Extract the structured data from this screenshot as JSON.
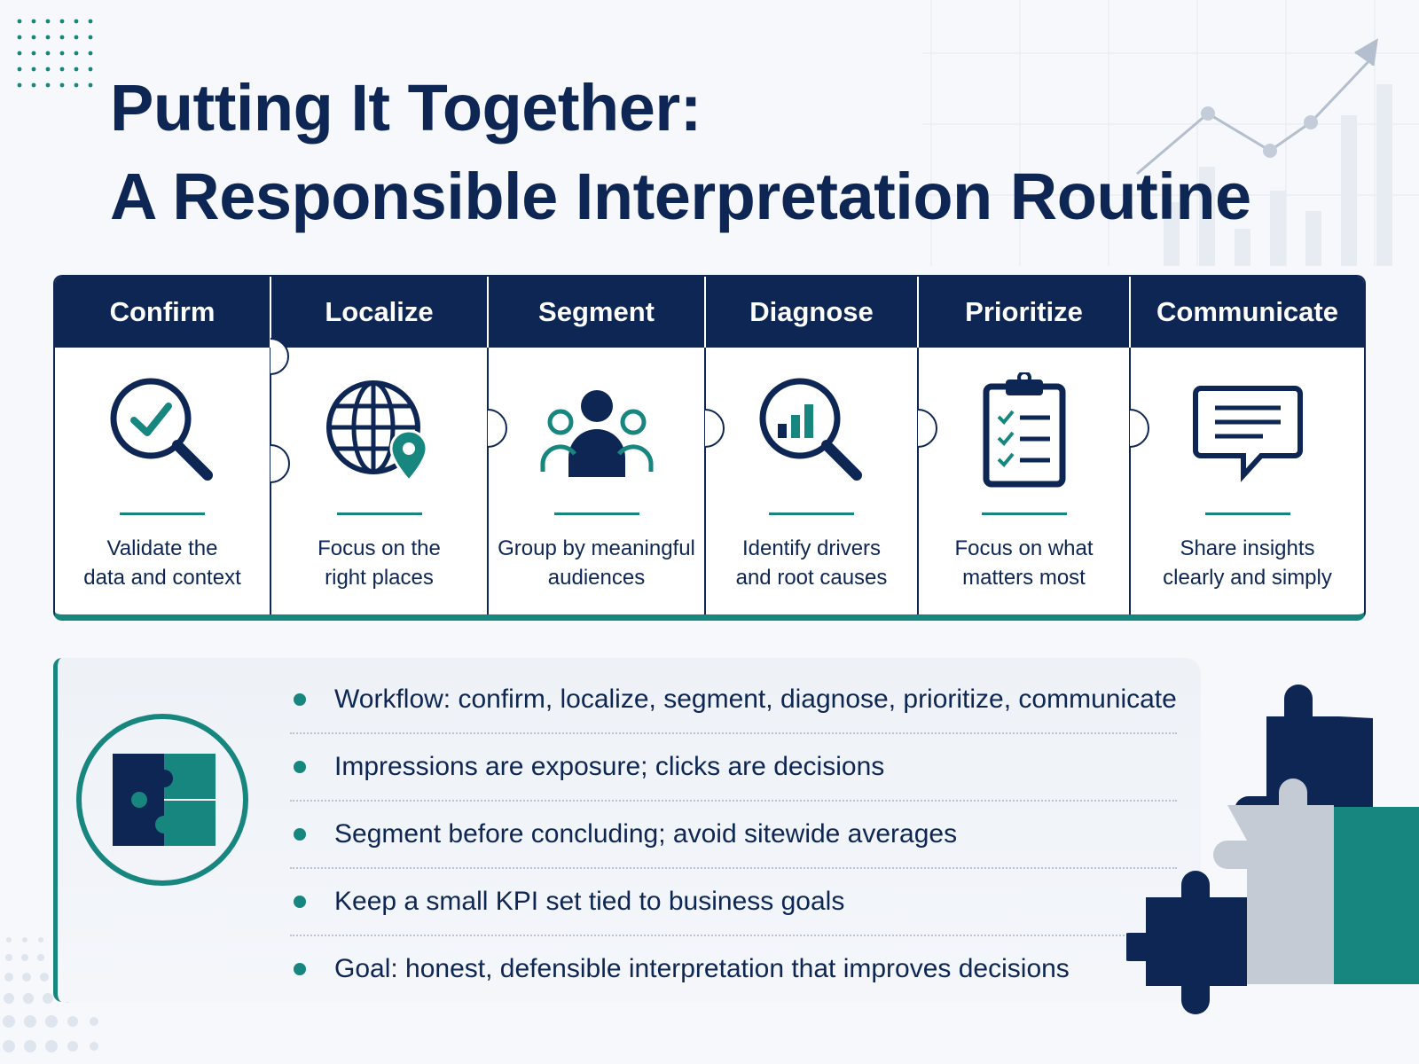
{
  "title": {
    "line1": "Putting It Together:",
    "line2": "A Responsible Interpretation Routine"
  },
  "colors": {
    "navy": "#0d2654",
    "teal": "#17867f",
    "light_gray": "#c5cbd4",
    "panel_bg": "#eef2f7"
  },
  "steps": [
    {
      "title": "Confirm",
      "desc1": "Validate the",
      "desc2": "data and context",
      "icon": "magnifier-check-icon"
    },
    {
      "title": "Localize",
      "desc1": "Focus on the",
      "desc2": "right places",
      "icon": "globe-pin-icon"
    },
    {
      "title": "Segment",
      "desc1": "Group by meaningful",
      "desc2": "audiences",
      "icon": "audience-group-icon"
    },
    {
      "title": "Diagnose",
      "desc1": "Identify drivers",
      "desc2": "and root causes",
      "icon": "magnifier-chart-icon"
    },
    {
      "title": "Prioritize",
      "desc1": "Focus on what",
      "desc2": "matters most",
      "icon": "clipboard-checklist-icon"
    },
    {
      "title": "Communicate",
      "desc1": "Share insights",
      "desc2": "clearly and simply",
      "icon": "speech-bubble-icon"
    }
  ],
  "summary": {
    "badge_icon": "puzzle-pieces-icon",
    "points": [
      "Workflow: confirm, localize, segment, diagnose, prioritize, communicate",
      "Impressions are exposure; clicks are decisions",
      "Segment before concluding; avoid sitewide averages",
      "Keep a small KPI set tied to business goals",
      "Goal: honest, defensible interpretation that improves decisions"
    ]
  }
}
